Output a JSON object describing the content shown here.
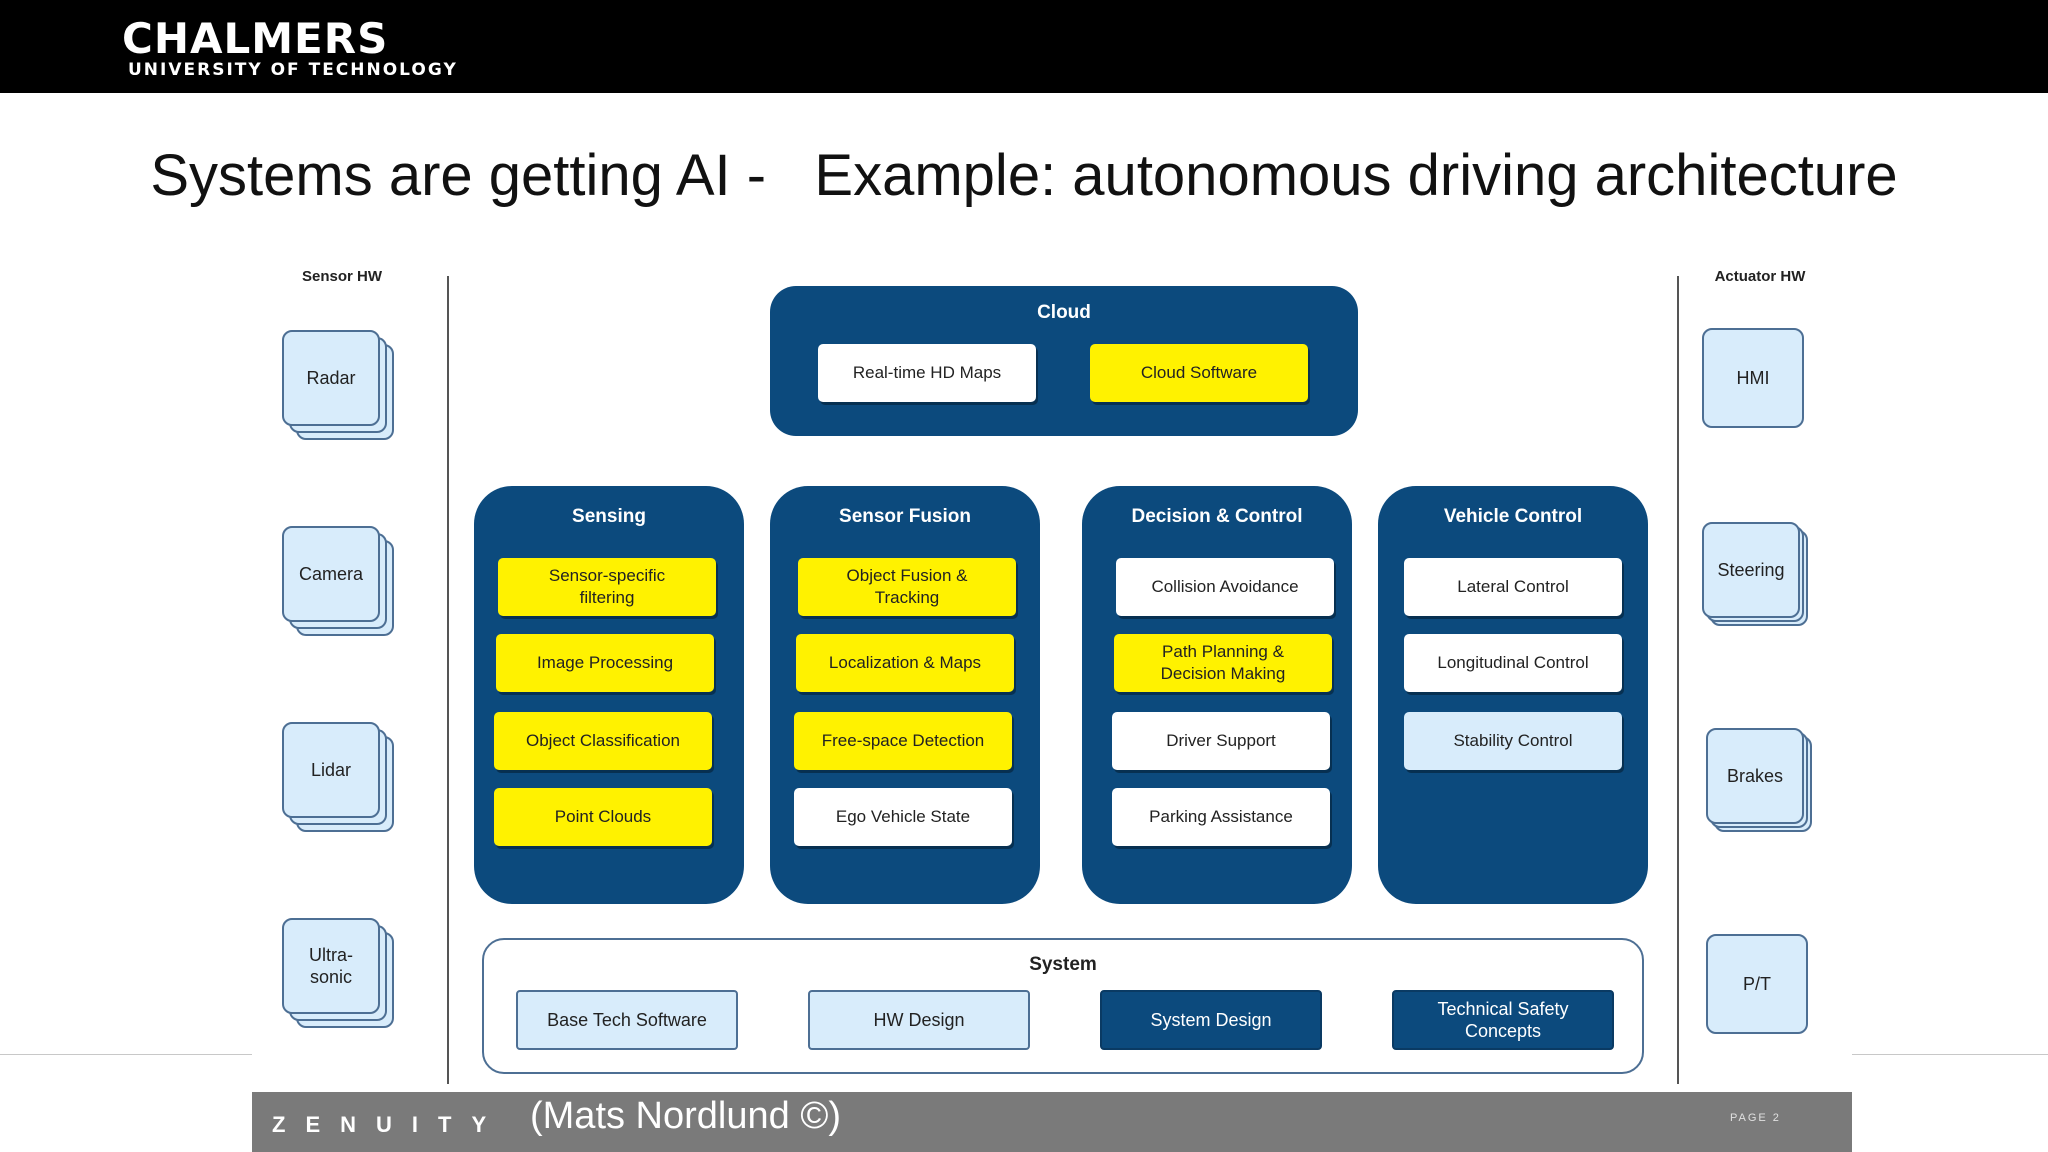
{
  "header": {
    "logo_name": "CHALMERS",
    "logo_sub": "UNIVERSITY OF TECHNOLOGY"
  },
  "slide": {
    "title": "Systems are getting AI -   Example: autonomous driving architecture"
  },
  "diagram": {
    "sensor_hw": {
      "title": "Sensor HW",
      "items": [
        "Radar",
        "Camera",
        "Lidar",
        "Ultra-\nsonic"
      ]
    },
    "actuator_hw": {
      "title": "Actuator HW",
      "items": [
        "HMI",
        "Steering",
        "Brakes",
        "P/T"
      ]
    },
    "cloud": {
      "title": "Cloud",
      "items": [
        "Real-time HD Maps",
        "Cloud Software"
      ]
    },
    "sensing": {
      "title": "Sensing",
      "items": [
        "Sensor-specific\nfiltering",
        "Image Processing",
        "Object Classification",
        "Point Clouds"
      ]
    },
    "sensor_fusion": {
      "title": "Sensor Fusion",
      "items": [
        "Object Fusion &\nTracking",
        "Localization & Maps",
        "Free-space Detection",
        "Ego Vehicle State"
      ]
    },
    "decision_control": {
      "title": "Decision & Control",
      "items": [
        "Collision Avoidance",
        "Path Planning &\nDecision Making",
        "Driver Support",
        "Parking Assistance"
      ]
    },
    "vehicle_control": {
      "title": "Vehicle Control",
      "items": [
        "Lateral Control",
        "Longitudinal Control",
        "Stability Control"
      ]
    },
    "system": {
      "title": "System",
      "items": [
        "Base Tech Software",
        "HW Design",
        "System Design",
        "Technical Safety\nConcepts"
      ]
    }
  },
  "footer": {
    "brand": "ZENUITY",
    "credit": "(Mats Nordlund ©)",
    "page_label": "PAGE 2"
  },
  "colors": {
    "ai_highlight": "#fff200",
    "group_fill": "#0c4a7d",
    "hw_fill": "#d8ecfb",
    "footer_gray": "#7a7a7a"
  }
}
